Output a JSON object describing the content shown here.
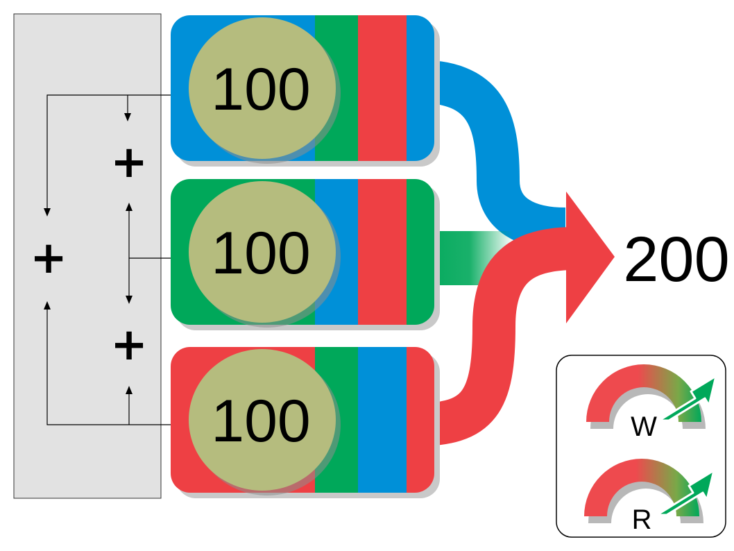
{
  "colors": {
    "blue": "#0090d8",
    "green": "#00a85a",
    "red": "#ee4044",
    "coin": "#b5bc7e",
    "panel": "#e2e2e2"
  },
  "rows": [
    {
      "value": "100",
      "base": "blue",
      "stripes": [
        "green",
        "red"
      ]
    },
    {
      "value": "100",
      "base": "green",
      "stripes": [
        "blue",
        "red"
      ]
    },
    {
      "value": "100",
      "base": "red",
      "stripes": [
        "green",
        "blue"
      ]
    }
  ],
  "operators": {
    "plus_top": "+",
    "plus_bottom": "+",
    "plus_outer": "+"
  },
  "total": "200",
  "legend": {
    "gauges": [
      {
        "label": "W"
      },
      {
        "label": "R"
      }
    ]
  }
}
